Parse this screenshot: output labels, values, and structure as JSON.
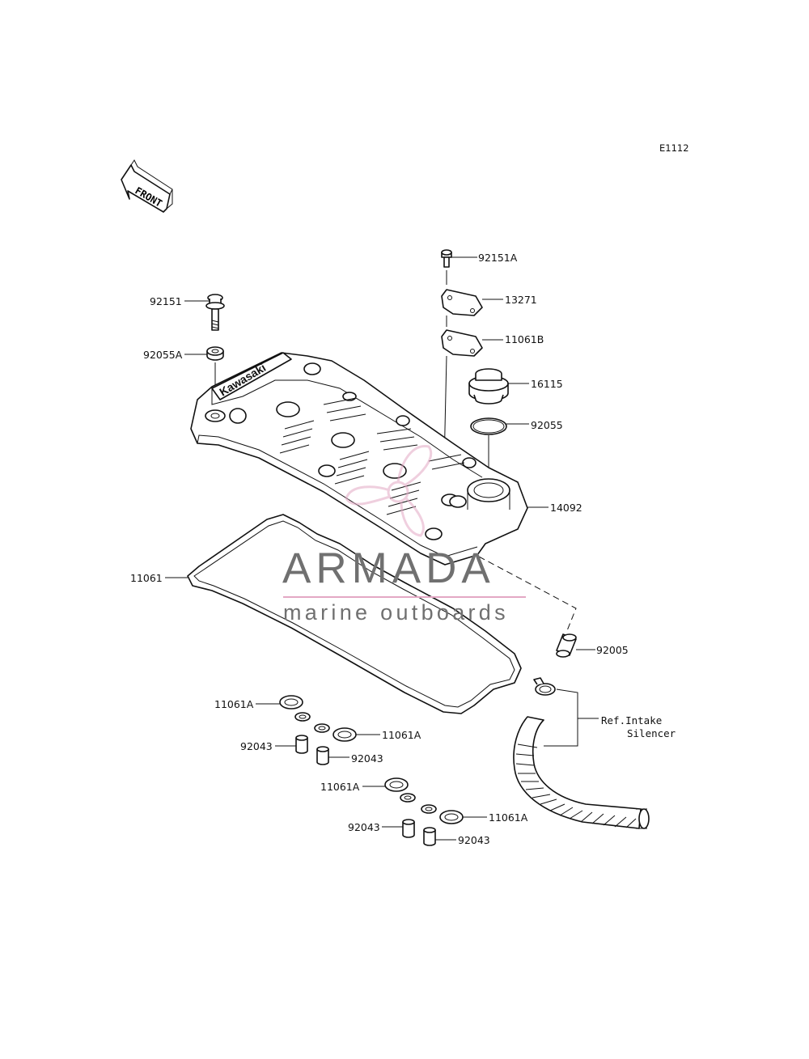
{
  "diagram_code": "E1112",
  "front_marker": "FRONT",
  "watermark": {
    "title": "ARMADA",
    "subtitle": "marine outboards"
  },
  "reference_note": {
    "line1": "Ref.Intake",
    "line2": "Silencer"
  },
  "parts": [
    {
      "number": "92151A"
    },
    {
      "number": "13271"
    },
    {
      "number": "11061B"
    },
    {
      "number": "16115"
    },
    {
      "number": "92055"
    },
    {
      "number": "14092"
    },
    {
      "number": "92151"
    },
    {
      "number": "92055A"
    },
    {
      "number": "11061"
    },
    {
      "number": "92005"
    },
    {
      "number": "11061A"
    },
    {
      "number": "11061A"
    },
    {
      "number": "11061A"
    },
    {
      "number": "11061A"
    },
    {
      "number": "92043"
    },
    {
      "number": "92043"
    },
    {
      "number": "92043"
    },
    {
      "number": "92043"
    }
  ],
  "cover_brand": "Kawasaki",
  "colors": {
    "line": "#111111",
    "watermark_text": "#707070",
    "watermark_accent": "#e3a8c4"
  }
}
